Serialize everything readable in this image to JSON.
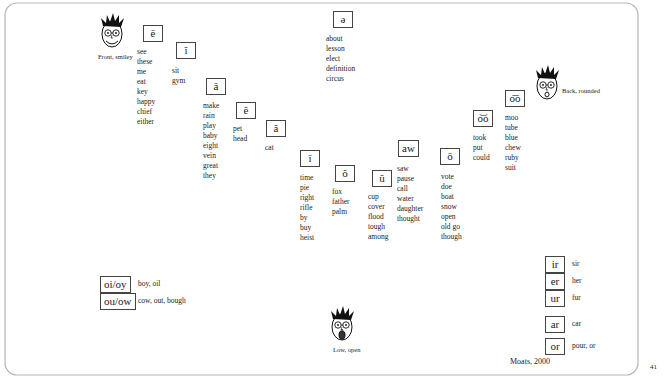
{
  "diagram": {
    "nodes": [
      {
        "text": [
          "ē"
        ]
      },
      {
        "text": [
          "ĭ"
        ]
      },
      {
        "text": [
          "ā"
        ]
      },
      {
        "text": [
          "ĕ"
        ]
      },
      {
        "text": [
          "ă"
        ]
      },
      {
        "text": [
          "ə"
        ]
      },
      {
        "text": [
          "ī"
        ]
      },
      {
        "text": [
          "ŏ"
        ]
      },
      {
        "text": [
          "ŭ"
        ]
      },
      {
        "text": [
          "aw"
        ]
      },
      {
        "text": [
          "ō"
        ]
      },
      {
        "text": [
          "o͝o"
        ]
      },
      {
        "text": [
          "o͞o"
        ]
      },
      {
        "text": [
          "oi/oy"
        ]
      },
      {
        "text": [
          "ou/ow"
        ]
      },
      {
        "text": [
          "ir"
        ]
      },
      {
        "text": [
          "er"
        ]
      },
      {
        "text": [
          "ur"
        ]
      },
      {
        "text": [
          "ar"
        ]
      },
      {
        "text": [
          "or"
        ]
      }
    ],
    "labels": [
      "Front, smiley",
      "see these me eat key happy chief either",
      "sit gym",
      "make rain play baby eight vein great they",
      "pet head",
      "cat",
      "about lesson elect definition circus",
      "time pie right rifle by buy heist",
      "fox father palm",
      "cup cover flood tough among",
      "saw pause call water daughter thought",
      "vote doe boat snow open old go though",
      "took put could",
      "moo tube blue chew ruby suit",
      "Back, rounded",
      "boy, oil",
      "cow, out, bough",
      "Low, open",
      "sir",
      "her",
      "fur",
      "car",
      "pour, or",
      "Moats, 2000",
      "41"
    ]
  }
}
